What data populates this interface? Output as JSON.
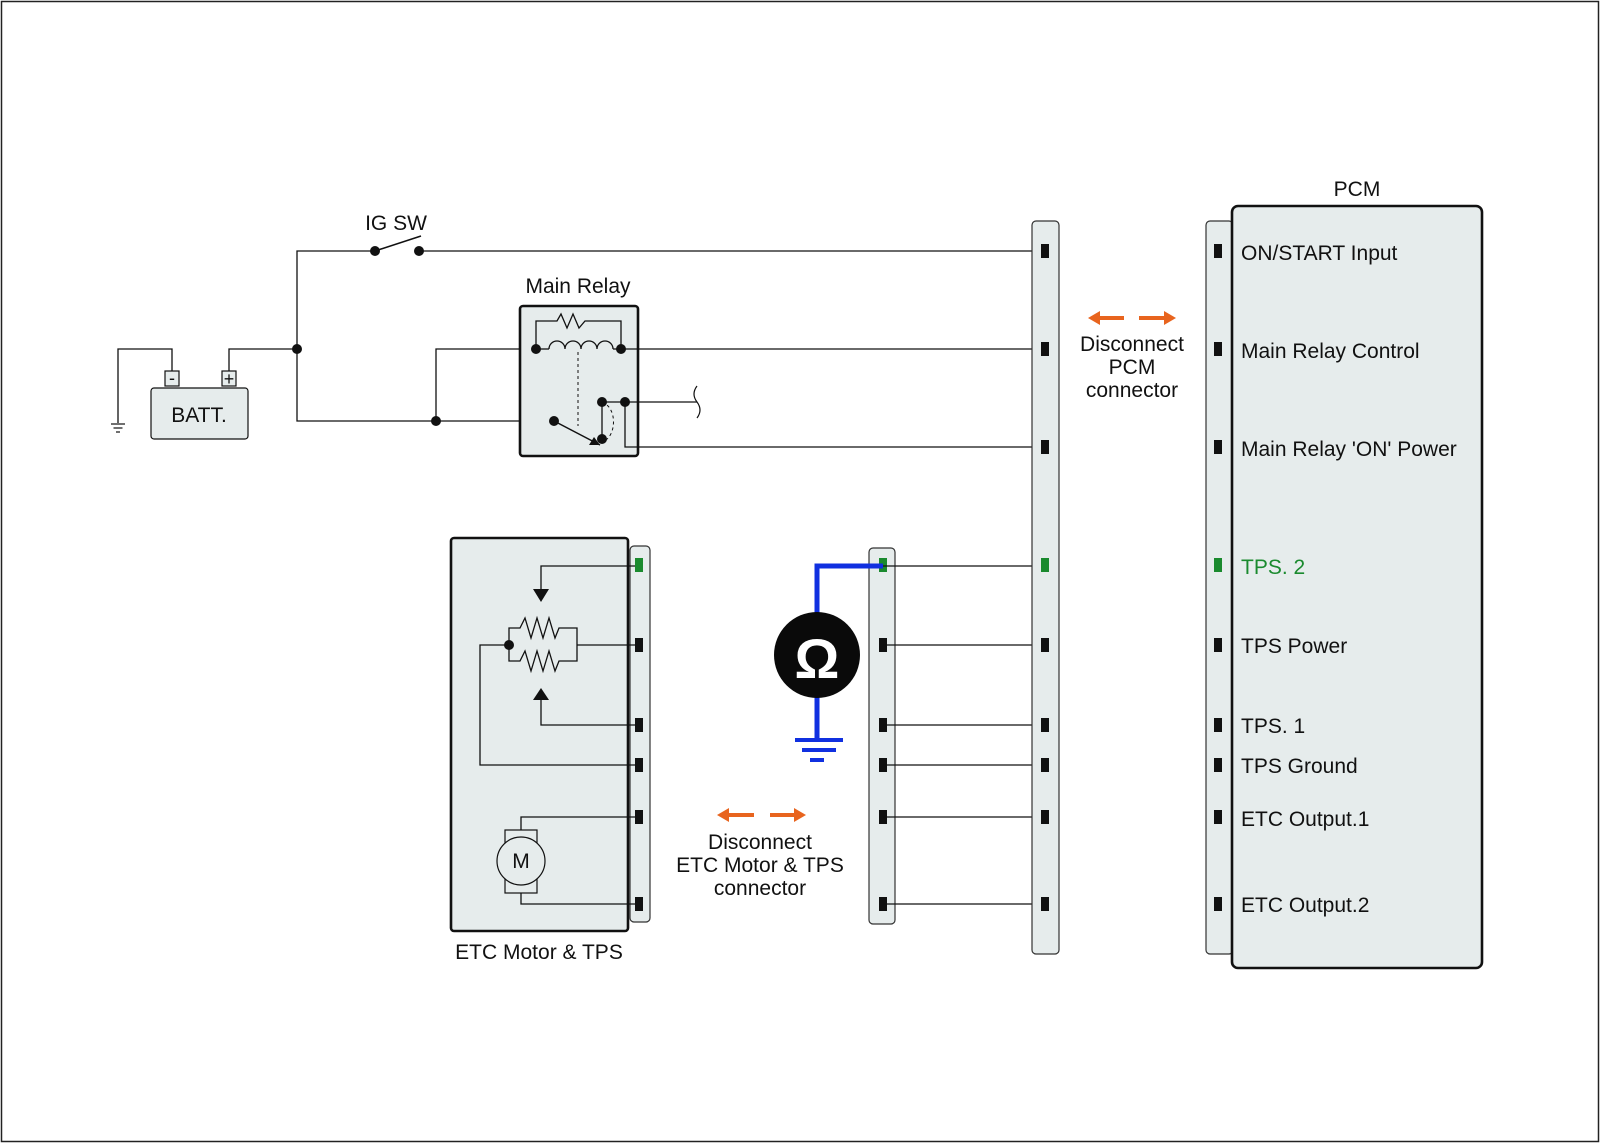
{
  "components": {
    "pcm": "PCM",
    "ig_switch": "IG SW",
    "main_relay": "Main Relay",
    "battery": "BATT.",
    "battery_neg": "-",
    "battery_pos": "+",
    "etc_block": "ETC Motor & TPS",
    "motor": "M",
    "ohmmeter": "Ω"
  },
  "pcm_pins": [
    {
      "label": "ON/START Input"
    },
    {
      "label": "Main Relay Control"
    },
    {
      "label": "Main Relay 'ON' Power"
    },
    {
      "label": "TPS. 2",
      "highlight": true
    },
    {
      "label": "TPS Power"
    },
    {
      "label": "TPS. 1"
    },
    {
      "label": "TPS Ground"
    },
    {
      "label": "ETC Output.1"
    },
    {
      "label": "ETC Output.2"
    }
  ],
  "annotations": {
    "disconnect_pcm": [
      "Disconnect",
      "PCM",
      "connector"
    ],
    "disconnect_etc": [
      "Disconnect",
      "ETC Motor & TPS",
      "connector"
    ]
  },
  "colors": {
    "highlight": "#1a8a2e",
    "arrow": "#e8641e",
    "meter_lead": "#1030e0",
    "block_fill": "#e6ecec"
  }
}
